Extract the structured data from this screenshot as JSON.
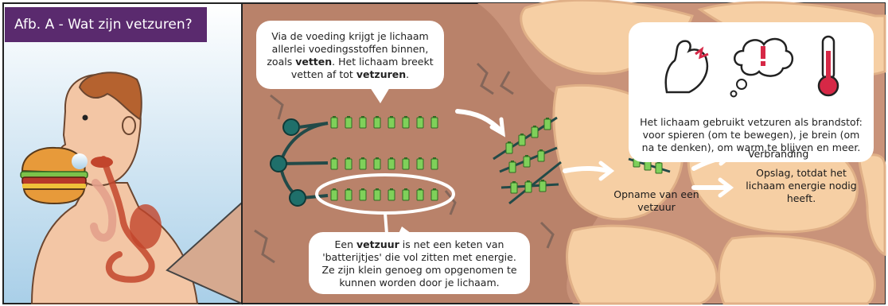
{
  "title": "Afb. A - Wat zijn vetzuren?",
  "bubble_intro": {
    "part1": "Via de voeding krijgt je lichaam allerlei voedingsstoffen binnen, zoals ",
    "bold1": "vetten",
    "part2": ". Het lichaam breekt vetten af tot ",
    "bold2": "vetzuren",
    "part3": "."
  },
  "bubble_fattyacid": {
    "part1": "Een ",
    "bold1": "vetzuur",
    "part2": " is net een keten van 'batterijtjes' die vol zitten met energie. Ze zijn klein genoeg om opgenomen te kunnen worden door je lichaam."
  },
  "bubble_fuel": {
    "text": "Het lichaam gebruikt vetzuren als brandstof: voor spieren (om te bewegen), je brein (om na te denken), om warm te blijven en meer.",
    "icons": [
      "flexed-arm-icon",
      "thought-cloud-icon",
      "thermometer-icon"
    ]
  },
  "labels": {
    "opname": "Opname van een vetzuur",
    "verbranding": "Verbranding",
    "opslag": "Opslag, totdat het lichaam energie nodig heeft."
  },
  "colors": {
    "title_bg": "#5a2a6e",
    "battery": "#7fd05a",
    "node": "#1f6f6a",
    "chain": "#224a48",
    "skin": "#f2c49a",
    "cell": "#f6cfa4",
    "tissue_bg": "#b9826a"
  }
}
